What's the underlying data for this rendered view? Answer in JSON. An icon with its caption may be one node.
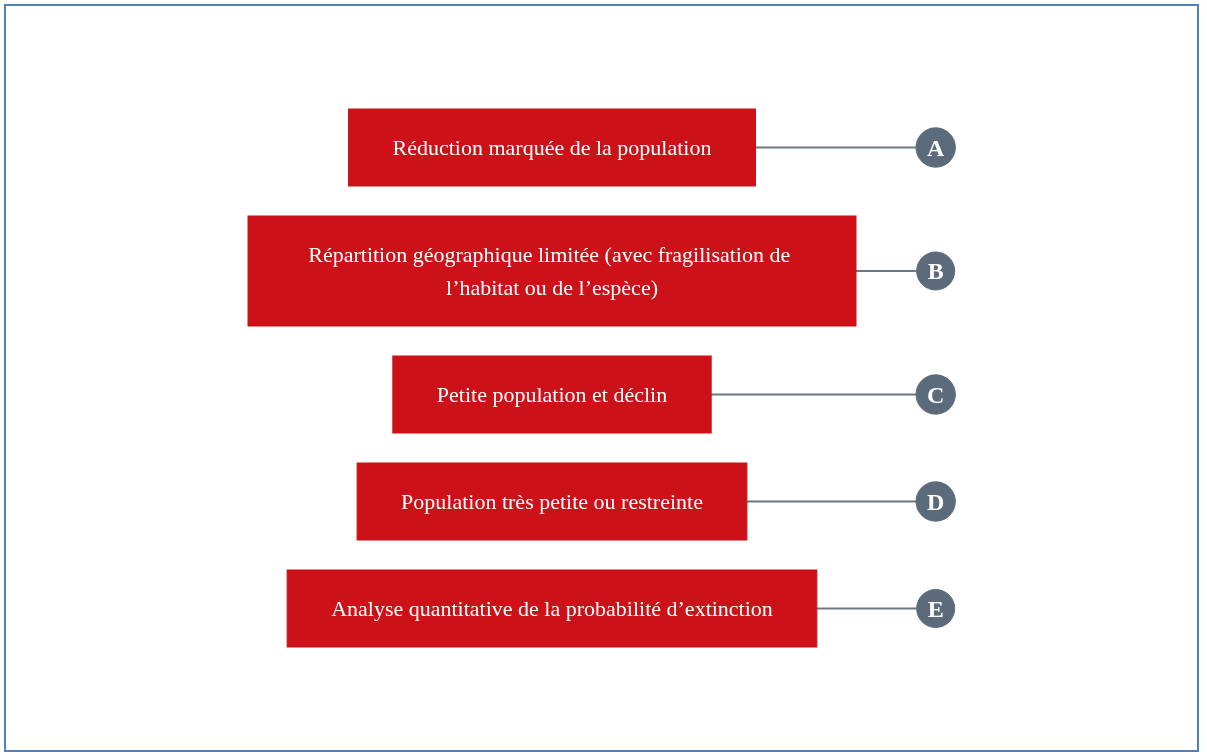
{
  "diagram": {
    "nodes": [
      {
        "text": [
          "Réduction marquée de la population"
        ]
      },
      {
        "text": [
          "A"
        ]
      },
      {
        "text": [
          "Répartition géographique limitée (avec fragilisation de l’habitat ou de l’espèce)"
        ]
      },
      {
        "text": [
          "B"
        ]
      },
      {
        "text": [
          "Petite population et déclin"
        ]
      },
      {
        "text": [
          "C"
        ]
      },
      {
        "text": [
          "Population très petite ou restreinte"
        ]
      },
      {
        "text": [
          "D"
        ]
      },
      {
        "text": [
          "Analyse quantitative de la probabilité d’extinction"
        ]
      },
      {
        "text": [
          "E"
        ]
      }
    ],
    "edges": [
      {
        "from": 0,
        "to": 1,
        "arrow": "none"
      },
      {
        "from": 2,
        "to": 3,
        "arrow": "none"
      },
      {
        "from": 4,
        "to": 5,
        "arrow": "none"
      },
      {
        "from": 6,
        "to": 7,
        "arrow": "none"
      },
      {
        "from": 8,
        "to": 9,
        "arrow": "none"
      }
    ]
  }
}
